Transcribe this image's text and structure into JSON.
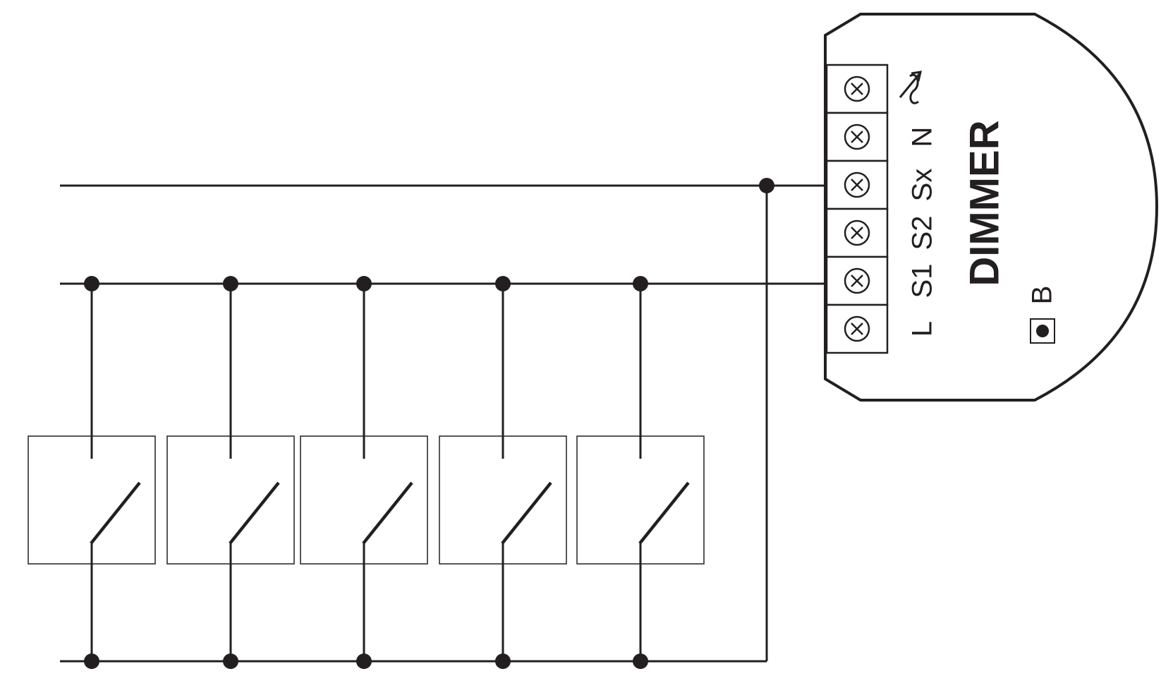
{
  "device": {
    "title": "DIMMER",
    "button_label": "B",
    "terminals": [
      "L",
      "S1",
      "S2",
      "Sx",
      "N"
    ],
    "output_icon": "sine-arrow-output-icon"
  },
  "switches": {
    "count": 5,
    "icon": "push-button-switch-icon"
  },
  "colors": {
    "line": "#231f20",
    "background": "#ffffff"
  }
}
